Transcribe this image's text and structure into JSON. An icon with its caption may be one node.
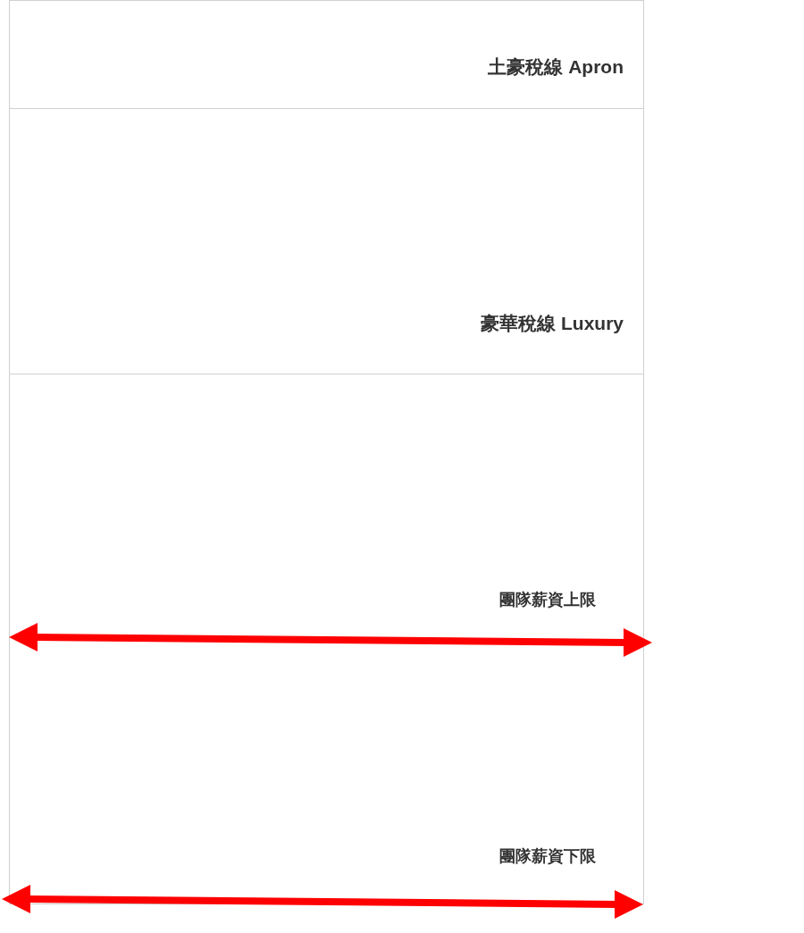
{
  "diagram": {
    "nodes": [
      {
        "text": [
          "土豪稅線 Apron"
        ]
      },
      {
        "text": [
          "豪華稅線 Luxury"
        ]
      },
      {
        "text": [
          "團隊薪資上限",
          "團隊薪資下限"
        ]
      }
    ]
  }
}
